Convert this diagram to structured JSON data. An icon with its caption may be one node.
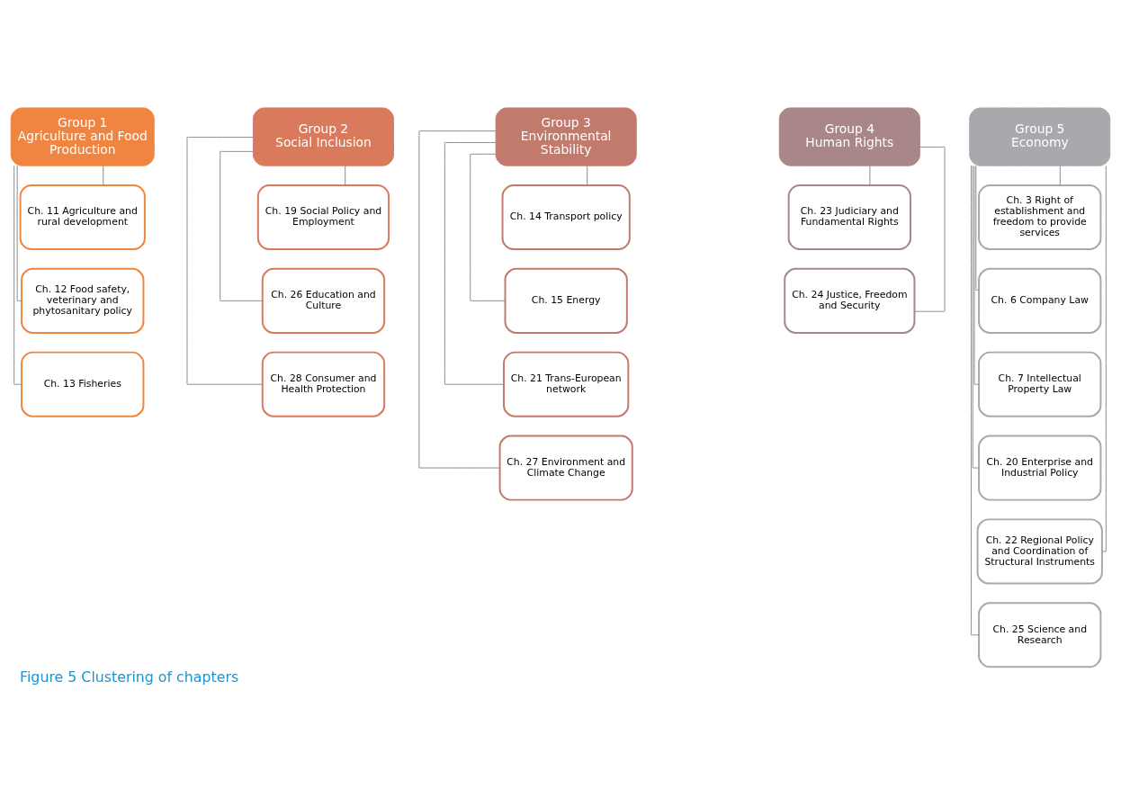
{
  "diagram": {
    "caption": "Figure 5 Clustering of chapters",
    "nodes": [
      {
        "text": [
          "Group 1",
          "Agriculture and Food Production"
        ]
      },
      {
        "text": [
          "Ch. 11 Agriculture and rural development"
        ]
      },
      {
        "text": [
          "Ch. 12 Food safety, veterinary and phytosanitary policy"
        ]
      },
      {
        "text": [
          "Ch. 13 Fisheries"
        ]
      },
      {
        "text": [
          "Group 2",
          "Social Inclusion"
        ]
      },
      {
        "text": [
          "Ch. 19 Social Policy and Employment"
        ]
      },
      {
        "text": [
          "Ch. 26 Education and Culture"
        ]
      },
      {
        "text": [
          "Ch. 28 Consumer and Health Protection"
        ]
      },
      {
        "text": [
          "Group 3",
          "Environmental Stability"
        ]
      },
      {
        "text": [
          "Ch. 14 Transport policy"
        ]
      },
      {
        "text": [
          "Ch. 15 Energy"
        ]
      },
      {
        "text": [
          "Ch. 21 Trans-European network"
        ]
      },
      {
        "text": [
          "Ch. 27 Environment and Climate Change"
        ]
      },
      {
        "text": [
          "Group 4",
          "Human Rights"
        ]
      },
      {
        "text": [
          "Ch. 23 Judiciary and Fundamental Rights"
        ]
      },
      {
        "text": [
          "Ch. 24 Justice, Freedom and Security"
        ]
      },
      {
        "text": [
          "Group 5",
          "Economy"
        ]
      },
      {
        "text": [
          "Ch. 3 Right of establishment and freedom to provide services"
        ]
      },
      {
        "text": [
          "Ch. 6 Company Law"
        ]
      },
      {
        "text": [
          "Ch. 7 Intellectual Property Law"
        ]
      },
      {
        "text": [
          "Ch. 20 Enterprise and Industrial Policy"
        ]
      },
      {
        "text": [
          "Ch. 22 Regional Policy and Coordination of Structural Instruments"
        ]
      },
      {
        "text": [
          "Ch. 25 Science and Research"
        ]
      }
    ],
    "edges": [
      {
        "from": 0,
        "to": 1,
        "arrow": "none"
      },
      {
        "from": 0,
        "to": 2,
        "arrow": "none"
      },
      {
        "from": 0,
        "to": 3,
        "arrow": "none"
      },
      {
        "from": 4,
        "to": 5,
        "arrow": "none"
      },
      {
        "from": 4,
        "to": 6,
        "arrow": "none"
      },
      {
        "from": 4,
        "to": 7,
        "arrow": "none"
      },
      {
        "from": 8,
        "to": 9,
        "arrow": "none"
      },
      {
        "from": 8,
        "to": 10,
        "arrow": "none"
      },
      {
        "from": 8,
        "to": 11,
        "arrow": "none"
      },
      {
        "from": 8,
        "to": 12,
        "arrow": "none"
      },
      {
        "from": 13,
        "to": 14,
        "arrow": "none"
      },
      {
        "from": 13,
        "to": 15,
        "arrow": "none"
      },
      {
        "from": 16,
        "to": 17,
        "arrow": "none"
      },
      {
        "from": 16,
        "to": 18,
        "arrow": "none"
      },
      {
        "from": 16,
        "to": 19,
        "arrow": "none"
      },
      {
        "from": 16,
        "to": 20,
        "arrow": "none"
      },
      {
        "from": 16,
        "to": 21,
        "arrow": "none"
      },
      {
        "from": 16,
        "to": 22,
        "arrow": "none"
      }
    ]
  }
}
